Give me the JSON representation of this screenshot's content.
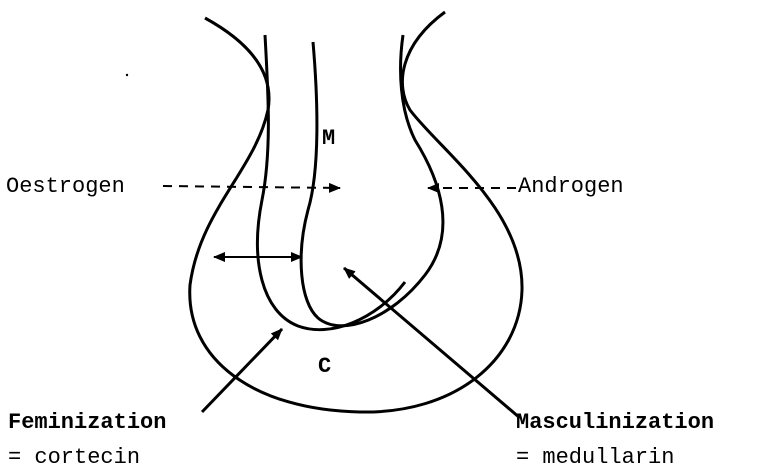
{
  "regions": {
    "medulla": "M",
    "cortex": "C"
  },
  "labels": {
    "oestrogen": "Oestrogen",
    "androgen": "Androgen",
    "feminization": "Feminization",
    "cortecin": "= cortecin",
    "masculinization": "Masculinization",
    "medullarin": "= medullarin"
  }
}
